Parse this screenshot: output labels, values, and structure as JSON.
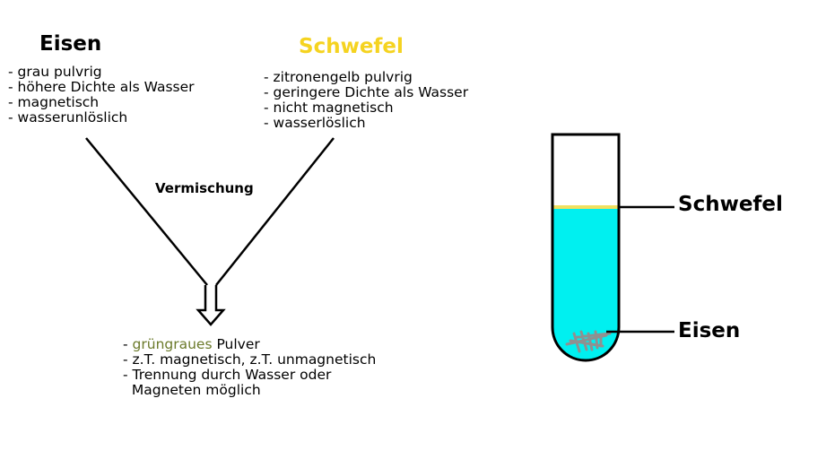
{
  "eisen": {
    "title": "Eisen",
    "properties": [
      "- grau pulvrig",
      "- höhere Dichte als Wasser",
      "- magnetisch",
      "- wasserunlöslich"
    ]
  },
  "schwefel": {
    "title": "Schwefel",
    "title_color": "#f5d320",
    "properties": [
      "- zitronengelb pulvrig",
      "- geringere Dichte als Wasser",
      "- nicht magnetisch",
      "- wasserlöslich"
    ]
  },
  "mixing_label": "Vermischung",
  "mixture": {
    "line1_prefix": "- ",
    "line1_colored": "grüngraues",
    "line1_colored_color": "#6b7a2a",
    "line1_suffix": " Pulver",
    "line2": "- z.T. magnetisch, z.T. unmagnetisch",
    "line3": "- Trennung durch Wasser oder",
    "line4": "  Magneten möglich"
  },
  "test_tube": {
    "label_top": "Schwefel",
    "label_bottom": "Eisen",
    "water_color": "#00f0f0",
    "sulfur_color": "#f0e060",
    "iron_color": "#909090"
  }
}
